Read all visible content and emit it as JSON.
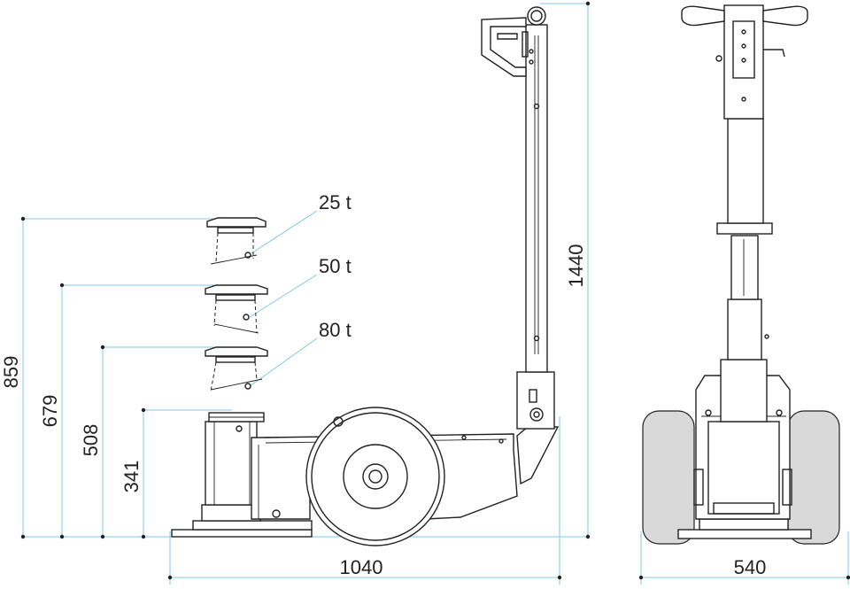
{
  "labels": {
    "height_total": "1440",
    "height_859": "859",
    "height_679": "679",
    "height_508": "508",
    "height_341": "341",
    "length": "1040",
    "width": "540",
    "cap_25": "25 t",
    "cap_50": "50 t",
    "cap_80": "80 t"
  }
}
